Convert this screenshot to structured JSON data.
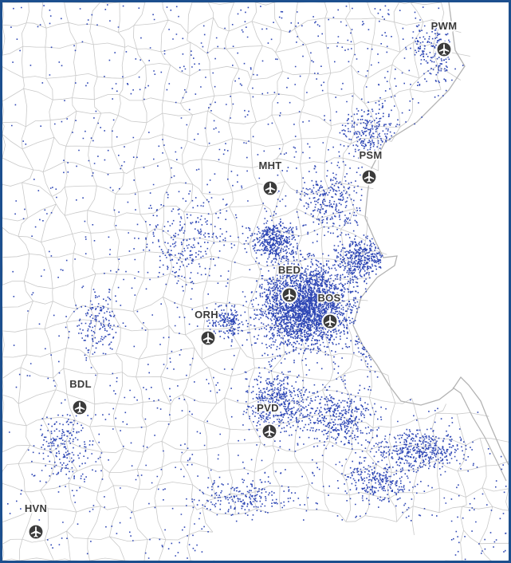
{
  "map": {
    "colors": {
      "frame": "#1c4f8e",
      "land": "#ffffff",
      "water": "#ffffff",
      "boundary": "#c9c9c9",
      "coastline": "#b3b3b3",
      "dots": "#2e47b5",
      "airport_fill": "#3b3b3b",
      "label_text": "#3a3a3a"
    },
    "dot_layer_label": "population-dots",
    "airports": [
      {
        "code": "PWM",
        "icon": "airplane-icon"
      },
      {
        "code": "PSM",
        "icon": "airplane-icon"
      },
      {
        "code": "MHT",
        "icon": "airplane-icon"
      },
      {
        "code": "BED",
        "icon": "airplane-icon"
      },
      {
        "code": "BOS",
        "icon": "airplane-icon"
      },
      {
        "code": "ORH",
        "icon": "airplane-icon"
      },
      {
        "code": "BDL",
        "icon": "airplane-icon"
      },
      {
        "code": "PVD",
        "icon": "airplane-icon"
      },
      {
        "code": "HVN",
        "icon": "airplane-icon"
      }
    ]
  }
}
